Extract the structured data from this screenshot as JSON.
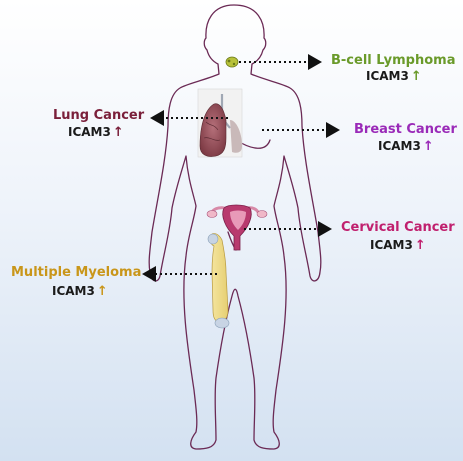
{
  "callouts": [
    {
      "id": "b-cell",
      "name": "B-cell Lymphoma",
      "marker": "ICAM3",
      "arrow": "↑",
      "color": "#6a9a2a"
    },
    {
      "id": "lung",
      "name": "Lung Cancer",
      "marker": "ICAM3",
      "arrow": "↑",
      "color": "#7a1f3a"
    },
    {
      "id": "breast",
      "name": "Breast Cancer",
      "marker": "ICAM3",
      "arrow": "↑",
      "color": "#9a2ab8"
    },
    {
      "id": "cervical",
      "name": "Cervical Cancer",
      "marker": "ICAM3",
      "arrow": "↑",
      "color": "#c0206e"
    },
    {
      "id": "myeloma",
      "name": "Multiple Myeloma",
      "marker": "ICAM3",
      "arrow": "↑",
      "color": "#c9961a"
    }
  ]
}
